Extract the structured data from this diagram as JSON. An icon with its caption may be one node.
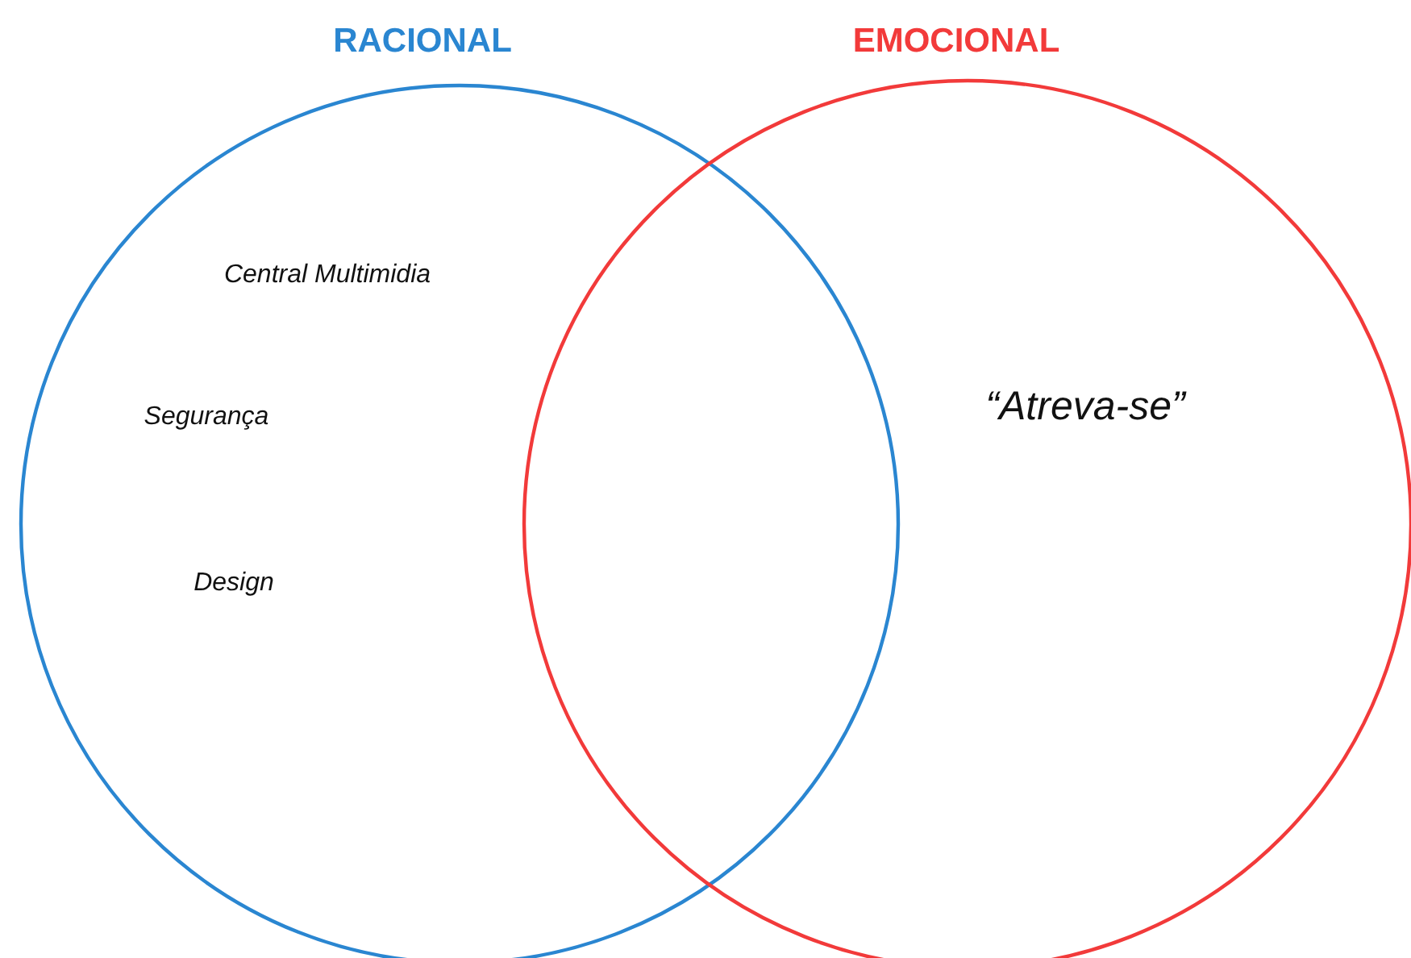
{
  "diagram": {
    "nodes": [
      {
        "text": [
          "RACIONAL",
          "Central Multimidia",
          "Segurança",
          "Design"
        ]
      },
      {
        "text": [
          "EMOCIONAL",
          "“Atreva-se”"
        ]
      }
    ]
  }
}
